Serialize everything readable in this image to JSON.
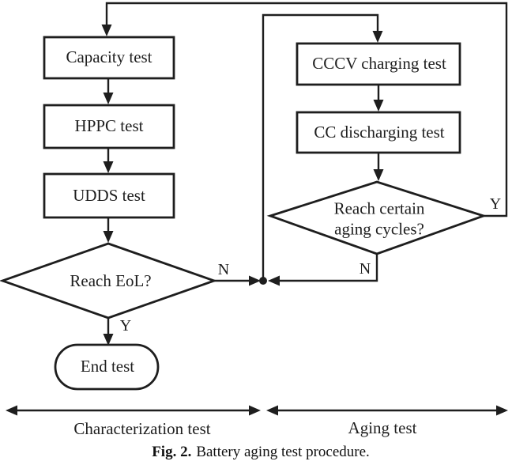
{
  "figure": {
    "caption": {
      "label": "Fig. 2.",
      "text": "Battery aging test procedure."
    }
  },
  "flowchart": {
    "nodes": {
      "capacity_test": "Capacity test",
      "hppc_test": "HPPC test",
      "udds_test": "UDDS test",
      "reach_eol": "Reach EoL?",
      "end_test": "End test",
      "cccv_charging_test": "CCCV charging test",
      "cc_discharging_test": "CC discharging test",
      "reach_aging_line1": "Reach certain",
      "reach_aging_line2": "aging cycles?"
    },
    "branch_labels": {
      "eol_yes": "Y",
      "eol_no": "N",
      "aging_yes": "Y",
      "aging_no": "N"
    },
    "sections": {
      "characterization": "Characterization test",
      "aging": "Aging test"
    },
    "colors": {
      "line": "#1e1e1e",
      "background": "#ffffff"
    }
  }
}
